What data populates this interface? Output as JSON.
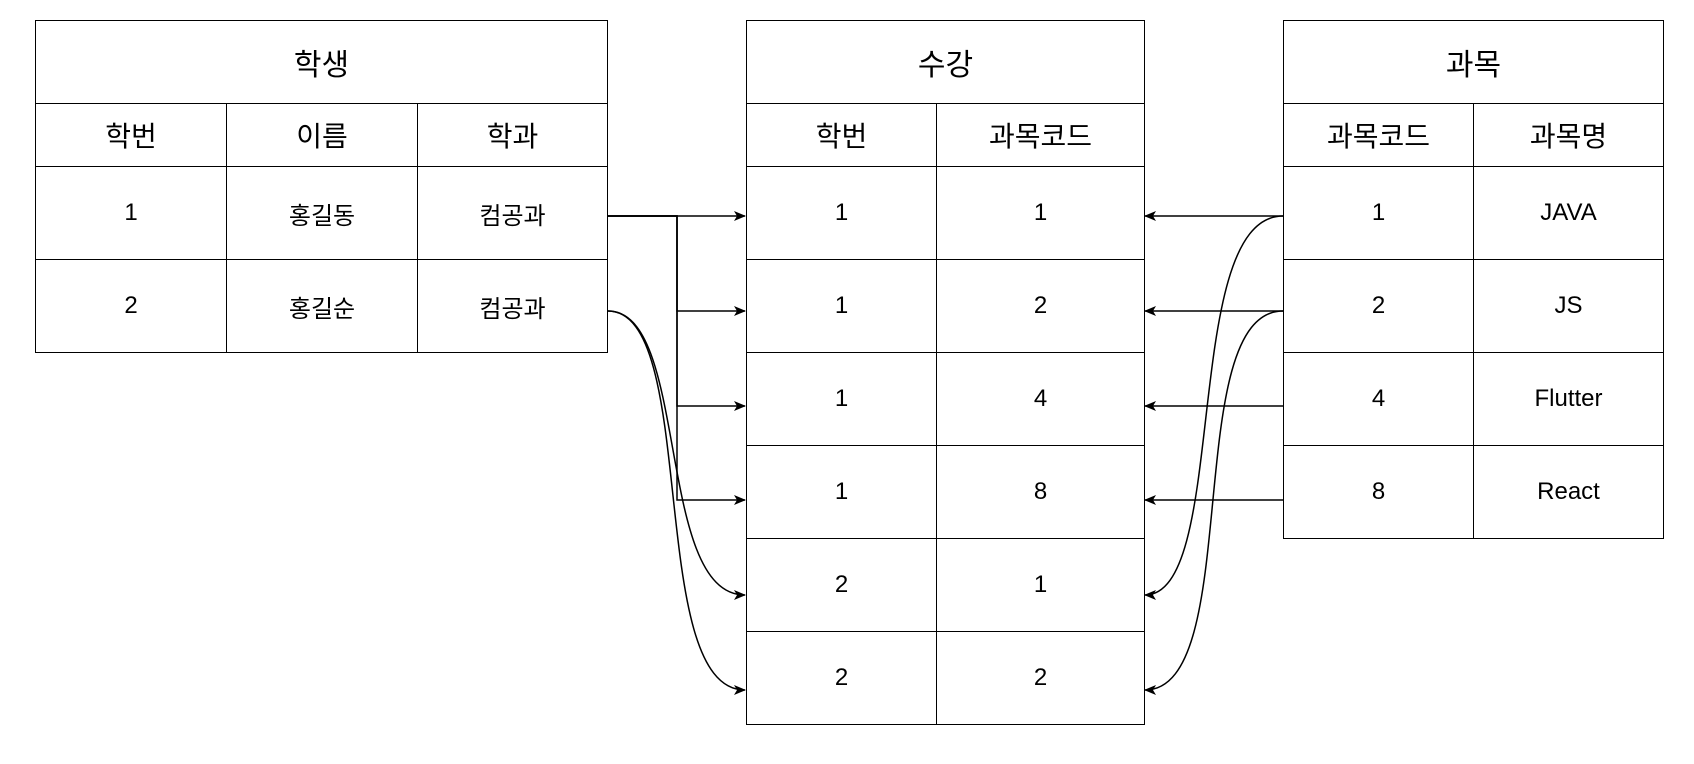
{
  "tables": {
    "student": {
      "title": "학생",
      "columns": [
        "학번",
        "이름",
        "학과"
      ],
      "rows": [
        [
          "1",
          "홍길동",
          "컴공과"
        ],
        [
          "2",
          "홍길순",
          "컴공과"
        ]
      ]
    },
    "enrollment": {
      "title": "수강",
      "columns": [
        "학번",
        "과목코드"
      ],
      "rows": [
        [
          "1",
          "1"
        ],
        [
          "1",
          "2"
        ],
        [
          "1",
          "4"
        ],
        [
          "1",
          "8"
        ],
        [
          "2",
          "1"
        ],
        [
          "2",
          "2"
        ]
      ]
    },
    "course": {
      "title": "과목",
      "columns": [
        "과목코드",
        "과목명"
      ],
      "rows": [
        [
          "1",
          "JAVA"
        ],
        [
          "2",
          "JS"
        ],
        [
          "4",
          "Flutter"
        ],
        [
          "8",
          "React"
        ]
      ]
    }
  },
  "line_color": "#000000"
}
